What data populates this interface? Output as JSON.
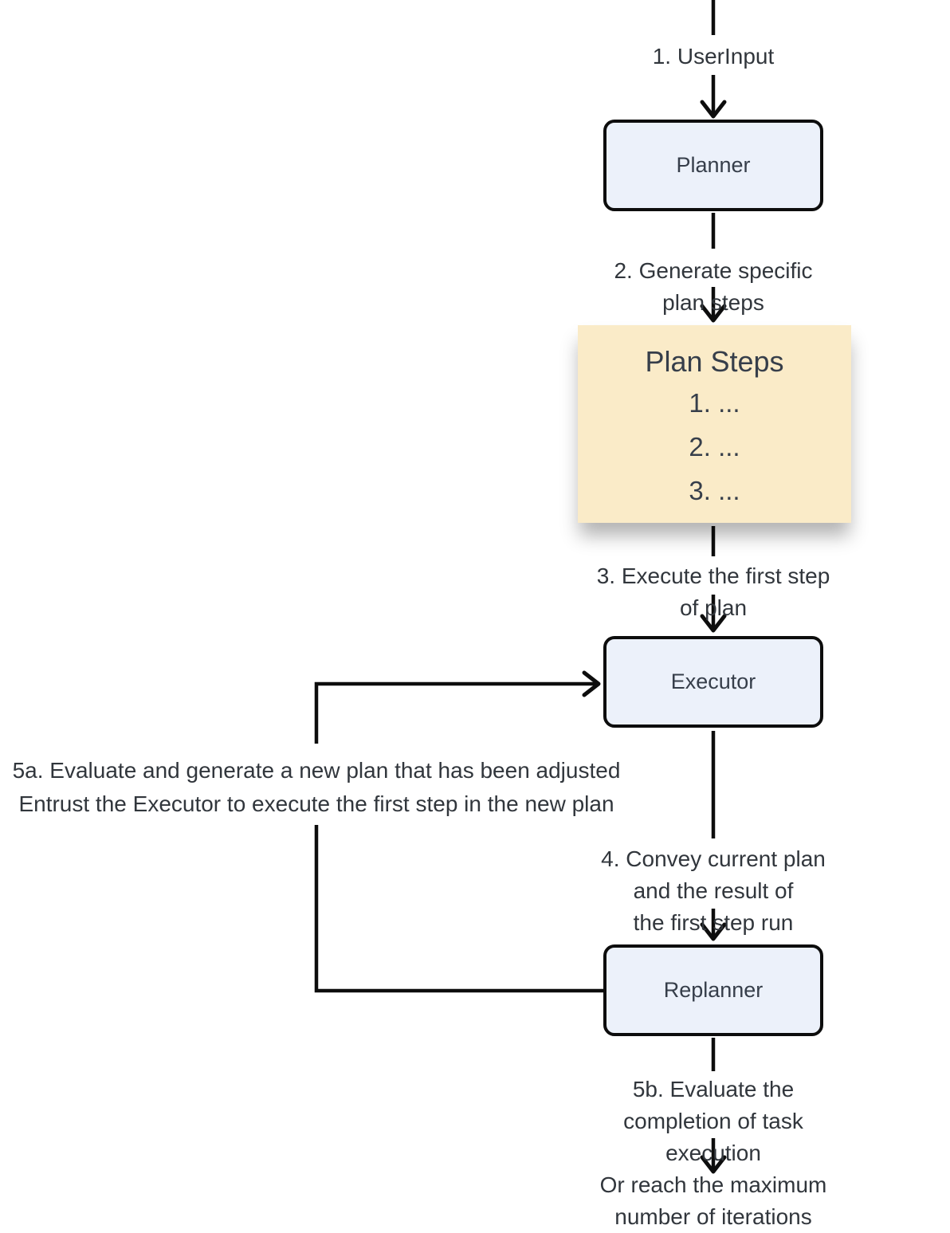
{
  "diagram": {
    "nodes": {
      "planner": "Planner",
      "executor": "Executor",
      "replanner": "Replanner",
      "plan_steps": {
        "title": "Plan Steps",
        "items": [
          "1. ...",
          "2. ...",
          "3. ..."
        ]
      }
    },
    "edge_labels": {
      "step1": "1. UserInput",
      "step2": "2. Generate specific plan steps",
      "step3": "3. Execute the first step of plan",
      "step4": "4. Convey current plan and the result of\nthe first step run",
      "step5a": "5a. Evaluate and generate a new plan that has been adjusted\nEntrust the Executor to execute the first step in the new plan",
      "step5b": "5b. Evaluate the completion of task execution\nOr reach the maximum number of iterations"
    },
    "colors": {
      "line": "#0d0d0d",
      "node_fill": "#ecf1fa",
      "node_border": "#0d0d0d",
      "note_fill": "#faebc8",
      "text": "#31363c",
      "node_text": "#363e4a"
    }
  }
}
